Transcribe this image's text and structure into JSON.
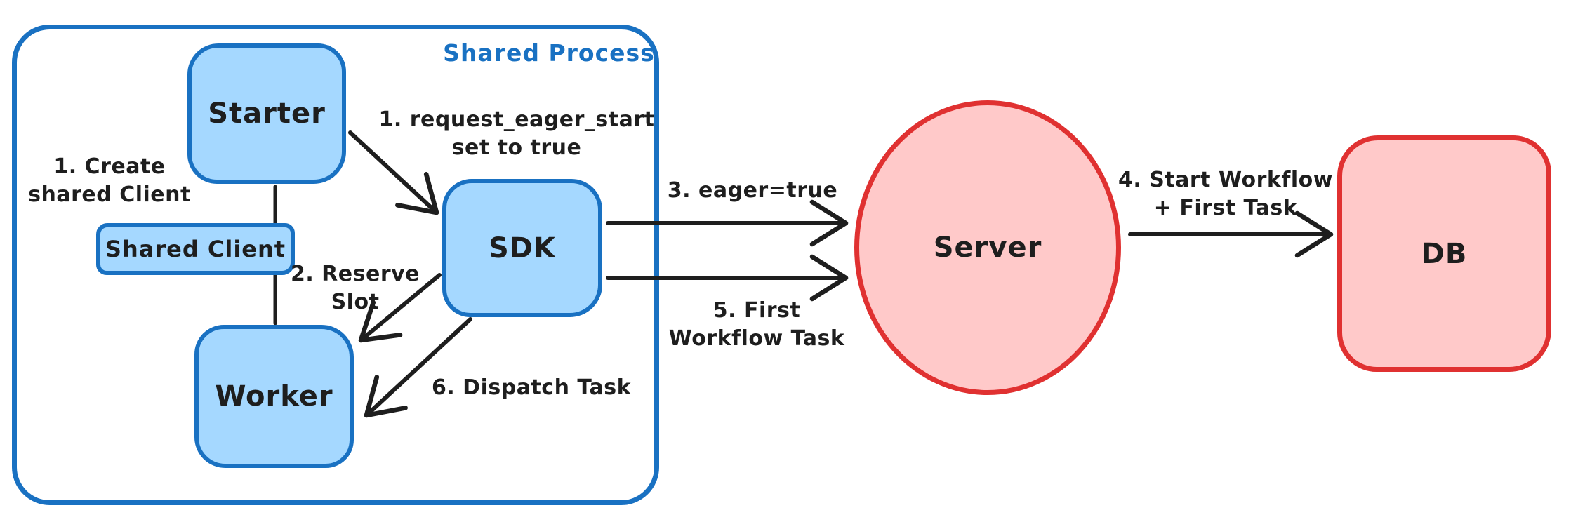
{
  "colors": {
    "ink": "#1e1e1e",
    "blue_stroke": "#1971c2",
    "blue_fill": "#a5d8ff",
    "red_stroke": "#e03131",
    "red_fill": "#ffc9c9",
    "background": "#ffffff"
  },
  "container": {
    "label": "Shared Process"
  },
  "nodes": {
    "starter": {
      "label": "Starter"
    },
    "shared_client": {
      "label": "Shared Client"
    },
    "worker": {
      "label": "Worker"
    },
    "sdk": {
      "label": "SDK"
    },
    "server": {
      "label": "Server"
    },
    "db": {
      "label": "DB"
    }
  },
  "annotations": {
    "create_shared_client": "1. Create\nshared Client",
    "request_eager_start": "1. request_eager_start\nset to true",
    "reserve_slot": "2. Reserve\nSlot",
    "eager_true": "3. eager=true",
    "start_workflow_first_task": "4. Start Workflow\n+ First Task",
    "first_workflow_task": "5. First\nWorkflow Task",
    "dispatch_task": "6. Dispatch Task"
  }
}
